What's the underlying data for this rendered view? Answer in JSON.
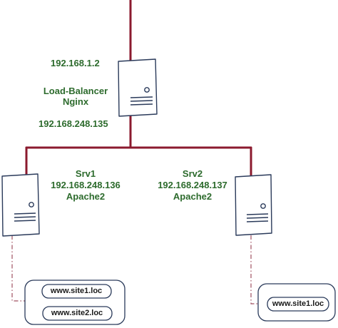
{
  "load_balancer": {
    "public_ip": "192.168.1.2",
    "name": "Load-Balancer",
    "software": "Nginx",
    "private_ip": "192.168.248.135"
  },
  "servers": [
    {
      "name": "Srv1",
      "ip": "192.168.248.136",
      "software": "Apache2",
      "sites": [
        "www.site1.loc",
        "www.site2.loc"
      ]
    },
    {
      "name": "Srv2",
      "ip": "192.168.248.137",
      "software": "Apache2",
      "sites": [
        "www.site1.loc"
      ]
    }
  ],
  "colors": {
    "link": "#8b1a2e",
    "label": "#2d6b2d",
    "outline": "#2a3a5a",
    "dashed": "#a05060"
  }
}
